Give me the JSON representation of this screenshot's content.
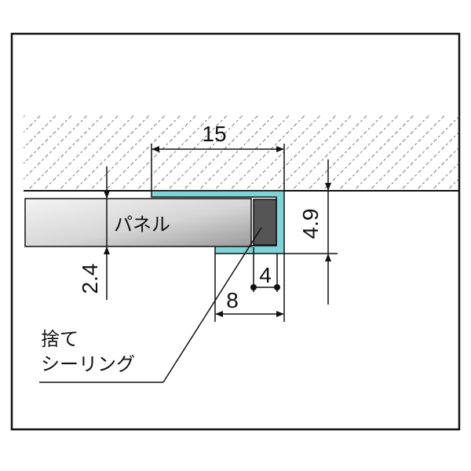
{
  "labels": {
    "panel": "パネル",
    "sealing_line1": "捨て",
    "sealing_line2": "シーリング"
  },
  "dimensions": {
    "overlap": "15",
    "clearance": "4.9",
    "panel_gap": "2.4",
    "sealant": "4",
    "channel": "8"
  },
  "colors": {
    "frame": "#111111",
    "hatch": "#555555",
    "channel": "#7fd3d6",
    "sealant": "#555555",
    "panel_light": "#f2f2f2",
    "panel_dark": "#9a9a9a"
  }
}
